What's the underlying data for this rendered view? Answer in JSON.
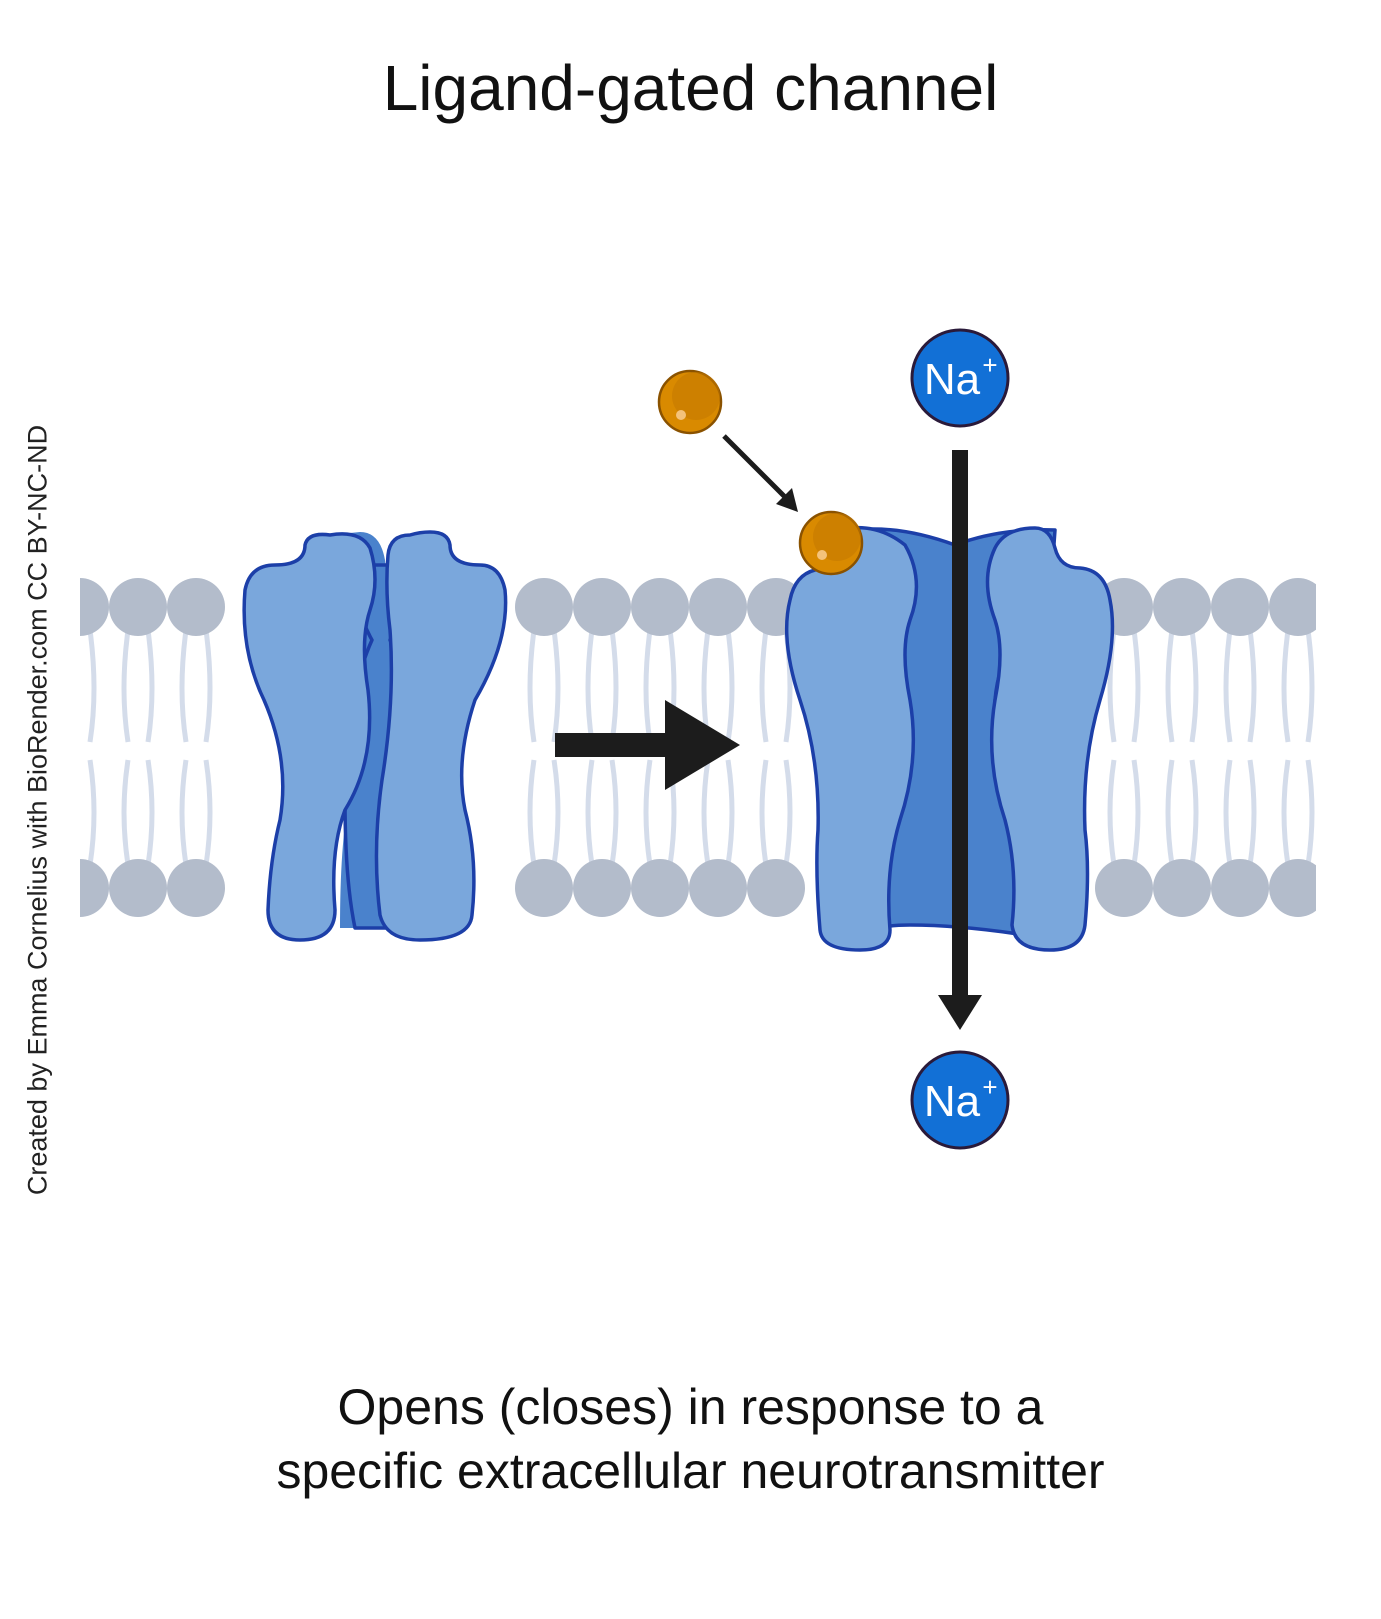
{
  "title": "Ligand-gated channel",
  "caption": {
    "line1": "Opens (closes) in response to a",
    "line2": "specific extracellular neurotransmitter"
  },
  "credit": "Created by Emma Cornelius with BioRender.com CC BY-NC-ND",
  "ions": {
    "top": {
      "symbol": "Na",
      "charge": "+"
    },
    "bottom": {
      "symbol": "Na",
      "charge": "+"
    }
  },
  "colors": {
    "membrane_head": "#b3bccb",
    "membrane_tail": "#d4dcea",
    "channel_light": "#7aa7dc",
    "channel_dark": "#4a82cc",
    "channel_stroke": "#1c3fa8",
    "ion_fill": "#1270d6",
    "ligand_fill": "#d98a00",
    "arrow": "#1c1c1c"
  },
  "icons": [
    "closed-channel-icon",
    "open-channel-icon",
    "ligand-molecule-icon",
    "sodium-ion-icon",
    "transition-arrow-icon",
    "ion-flow-arrow-icon"
  ]
}
